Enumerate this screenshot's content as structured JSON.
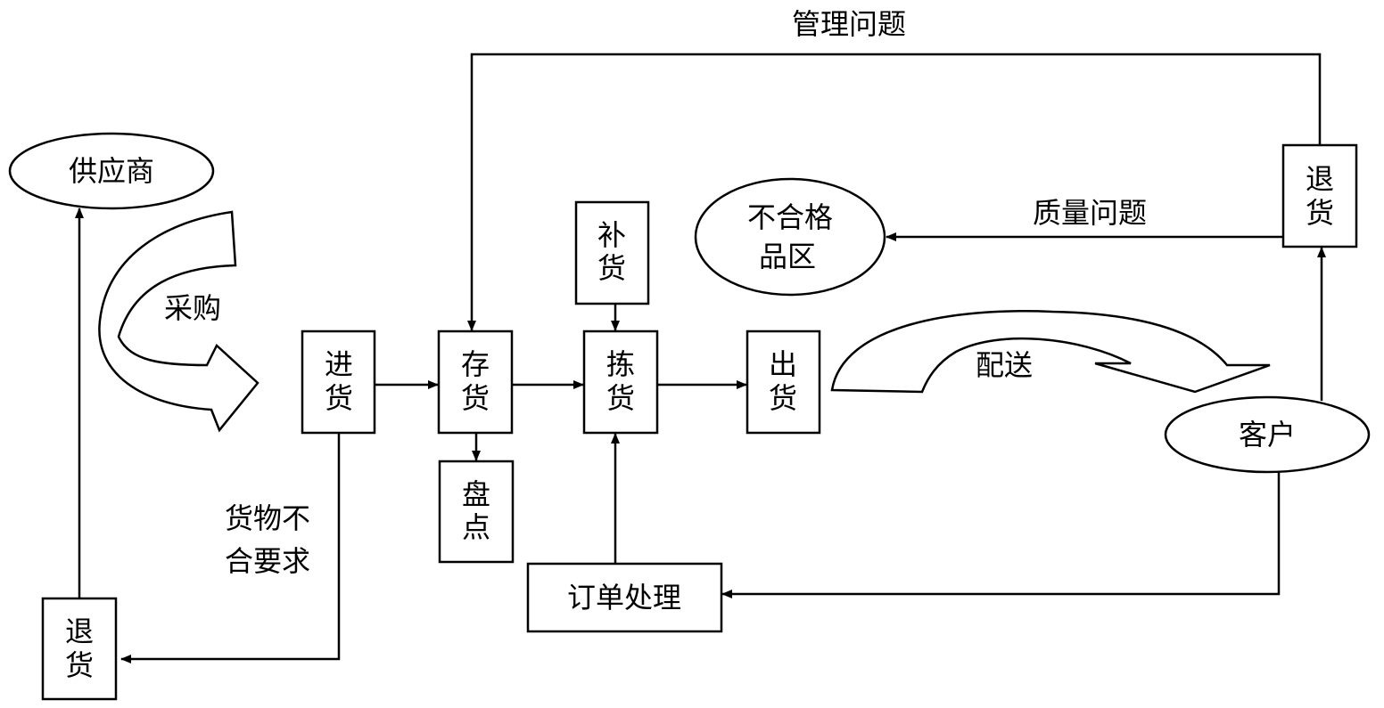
{
  "nodes": {
    "supplier": "供应商",
    "purchase": "采购",
    "receiving": [
      "进",
      "货"
    ],
    "storage": [
      "存",
      "货"
    ],
    "inventory_check": [
      "盘",
      "点"
    ],
    "replenish": [
      "补",
      "货"
    ],
    "picking": [
      "拣",
      "货"
    ],
    "shipping": [
      "出",
      "货"
    ],
    "delivery": "配送",
    "customer": "客户",
    "order_processing": "订单处理",
    "customer_return": [
      "退",
      "货"
    ],
    "supplier_return": [
      "退",
      "货"
    ],
    "nonconforming_area": [
      "不合格",
      "品区"
    ]
  },
  "labels": {
    "management_issue": "管理问题",
    "quality_issue": "质量问题",
    "goods_nonconforming": [
      "货物不",
      "合要求"
    ]
  }
}
